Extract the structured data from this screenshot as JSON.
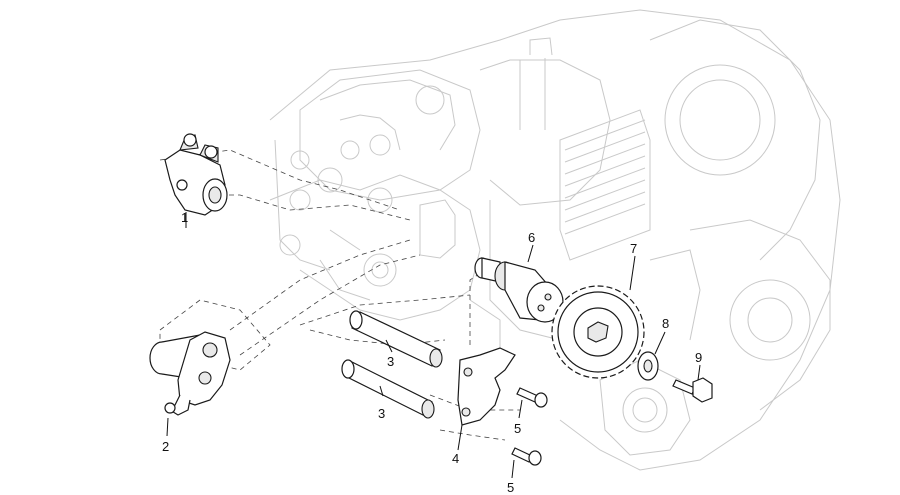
{
  "figure": {
    "background": "#ffffff",
    "ghost_color": "#c9c9c9",
    "part_color": "#1a1a1a"
  },
  "callouts": [
    {
      "id": "1",
      "label": "1"
    },
    {
      "id": "2",
      "label": "2"
    },
    {
      "id": "3a",
      "label": "3"
    },
    {
      "id": "3b",
      "label": "3"
    },
    {
      "id": "4",
      "label": "4"
    },
    {
      "id": "5a",
      "label": "5"
    },
    {
      "id": "5b",
      "label": "5"
    },
    {
      "id": "6",
      "label": "6"
    },
    {
      "id": "7",
      "label": "7"
    },
    {
      "id": "8",
      "label": "8"
    },
    {
      "id": "9",
      "label": "9"
    }
  ]
}
